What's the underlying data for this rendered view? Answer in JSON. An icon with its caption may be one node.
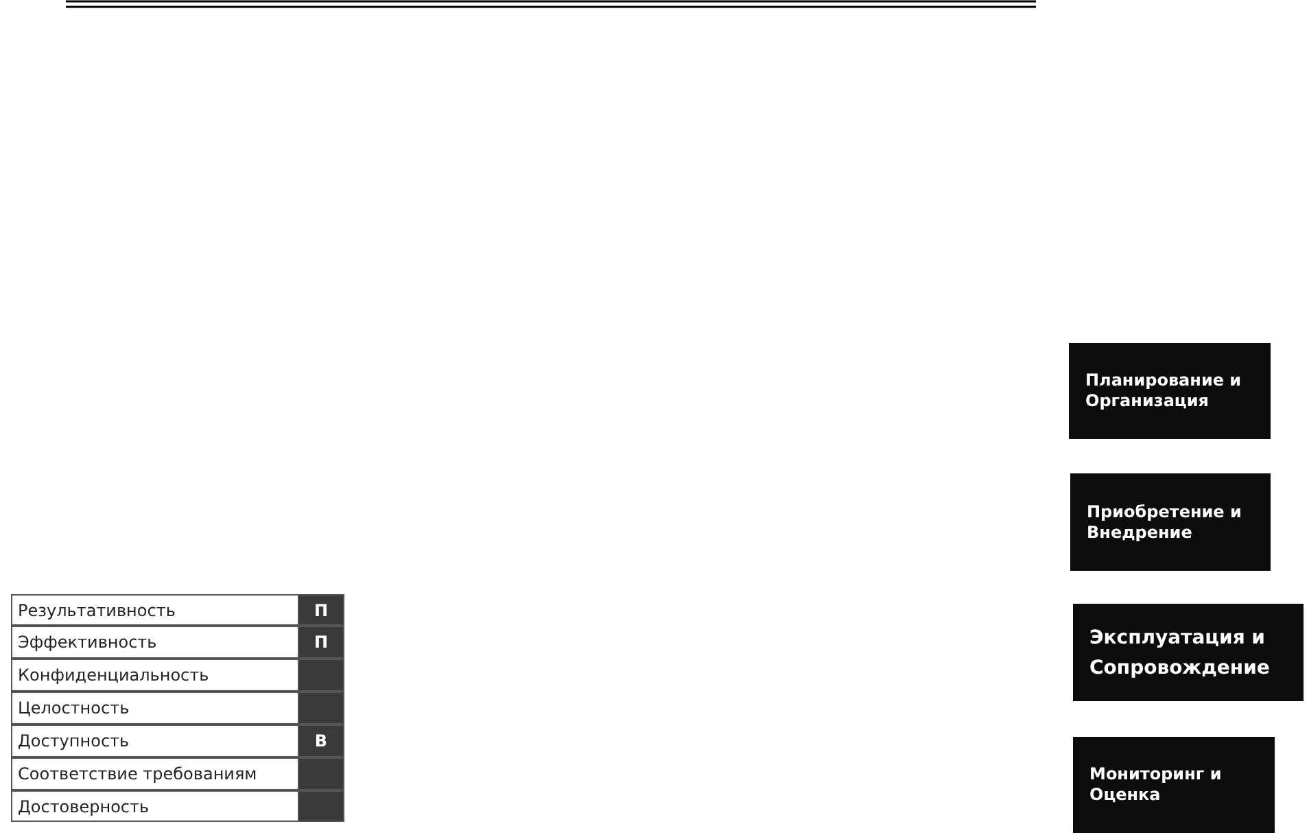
{
  "diagram": {
    "nodes": [
      {
        "text": [
          "Результативность",
          "П"
        ]
      },
      {
        "text": [
          "Эффективность",
          "П"
        ]
      },
      {
        "text": [
          "Конфиденциальность"
        ]
      },
      {
        "text": [
          "Целостность"
        ]
      },
      {
        "text": [
          "Доступность",
          "В"
        ]
      },
      {
        "text": [
          "Соответствие требованиям"
        ]
      },
      {
        "text": [
          "Достоверность"
        ]
      },
      {
        "text": [
          "Планирование и Организация"
        ]
      },
      {
        "text": [
          "Приобретение и Внедрение"
        ]
      },
      {
        "text": [
          "Эксплуатация и Сопровождение"
        ]
      },
      {
        "text": [
          "Мониторинг и Оценка"
        ]
      }
    ]
  }
}
